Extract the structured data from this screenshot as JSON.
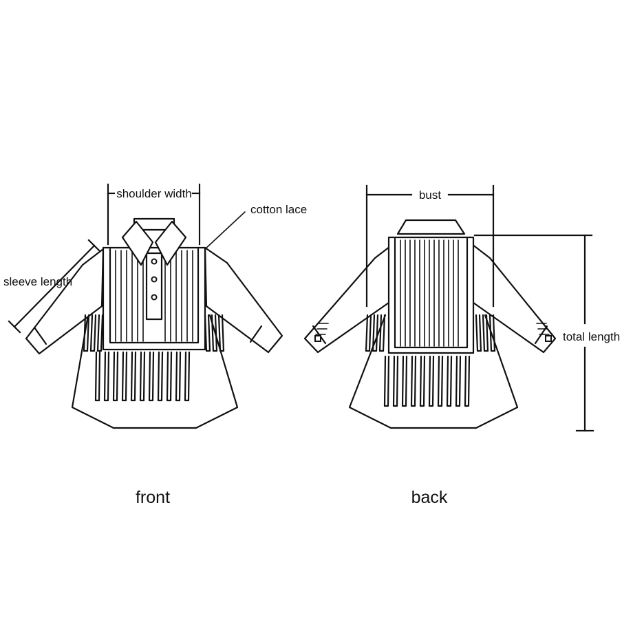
{
  "labels": {
    "shoulder_width": "shoulder width",
    "cotton_lace": "cotton lace",
    "sleeve_length": "sleeve length",
    "bust": "bust",
    "total_length": "total length"
  },
  "captions": {
    "front": "front",
    "back": "back"
  }
}
